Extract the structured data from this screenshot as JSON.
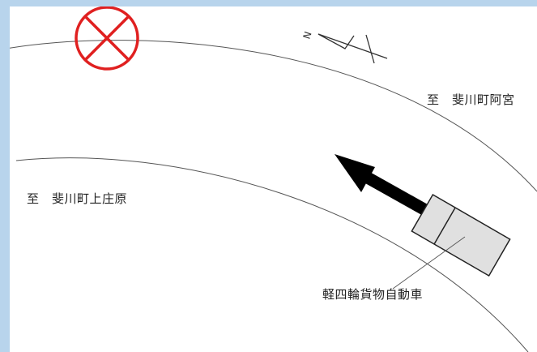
{
  "labels": {
    "destination_east": "至　斐川町阿宮",
    "destination_west": "至　斐川町上庄原",
    "vehicle": "軽四輪貨物自動車"
  },
  "north_arrow_letter": "N",
  "icons": {
    "accident_point": "red-circle-x-icon",
    "travel_direction": "black-arrow-icon",
    "north_indicator": "north-arrow-icon"
  },
  "colors": {
    "background": "#b8d4ec",
    "canvas": "#ffffff",
    "accident_marker": "#e02020",
    "road_line": "#555555",
    "vehicle_fill": "#e0e0e0",
    "arrow": "#000000"
  }
}
